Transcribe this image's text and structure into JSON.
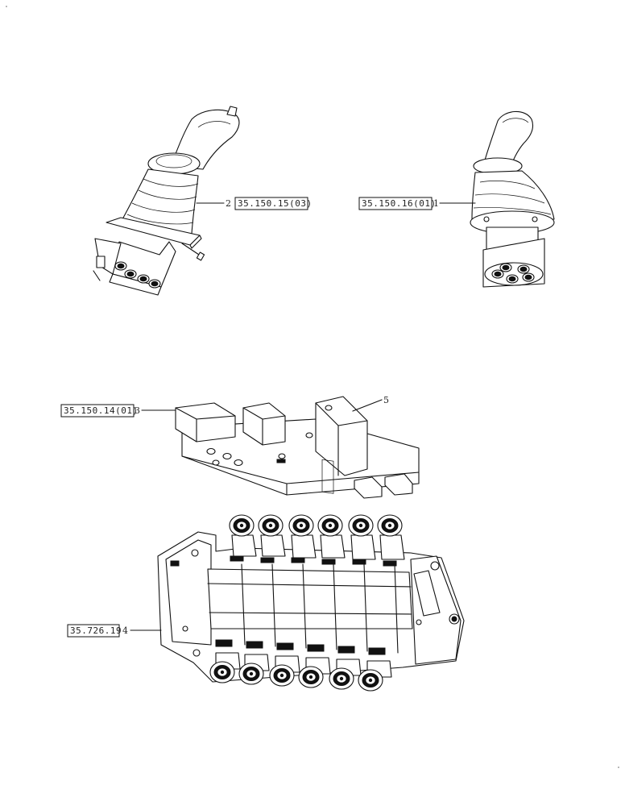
{
  "callouts": [
    {
      "ref": "35.150.15(03)",
      "item": "2"
    },
    {
      "ref": "35.150.16(01)",
      "item": "1"
    },
    {
      "ref": "35.150.14(01)",
      "item": "3"
    },
    {
      "item": "5"
    },
    {
      "ref": "35.726.19",
      "item": "4"
    }
  ],
  "parts": [
    {
      "item": "1",
      "icon": "joystick-right-icon"
    },
    {
      "item": "2",
      "icon": "joystick-left-icon"
    },
    {
      "item": "3",
      "icon": "pilot-valve-plate-icon"
    },
    {
      "item": "4",
      "icon": "control-valve-block-icon"
    },
    {
      "item": "5",
      "icon": "connector-cover-icon"
    }
  ]
}
